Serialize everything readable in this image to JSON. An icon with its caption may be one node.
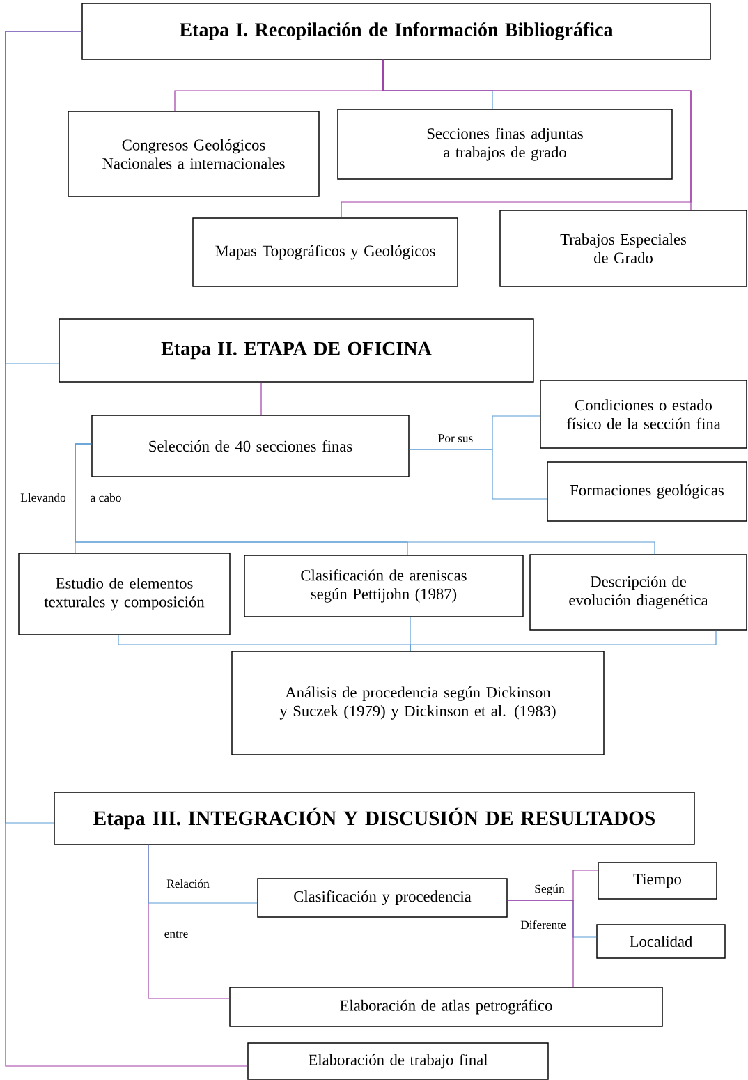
{
  "diagram": {
    "nodes": [
      {
        "text": [
          "Etapa I. Recopilación de Información Bibliográfica"
        ]
      },
      {
        "text": [
          "Congresos Geológicos Nacionales a internacionales"
        ]
      },
      {
        "text": [
          "Secciones finas adjuntas a trabajos de grado"
        ]
      },
      {
        "text": [
          "Mapas Topográficos y Geológicos"
        ]
      },
      {
        "text": [
          "Trabajos Especiales de Grado"
        ]
      },
      {
        "text": [
          "Etapa II. ETAPA DE OFICINA"
        ]
      },
      {
        "text": [
          "Selección de 40 secciones finas"
        ]
      },
      {
        "text": [
          "Condiciones o estado físico de la sección fina"
        ]
      },
      {
        "text": [
          "Formaciones geológicas"
        ]
      },
      {
        "text": [
          "Estudio de elementos texturales y composición"
        ]
      },
      {
        "text": [
          "Clasificación de areniscas según Pettijohn (1987)"
        ]
      },
      {
        "text": [
          "Descripción de evolución diagenética"
        ]
      },
      {
        "text": [
          "Análisis de procedencia según Dickinson y Suczek (1979) y Dickinson et al. (1983)"
        ]
      },
      {
        "text": [
          "Etapa III. INTEGRACIÓN Y DISCUSIÓN DE RESULTADOS"
        ]
      },
      {
        "text": [
          "Clasificación y procedencia"
        ]
      },
      {
        "text": [
          "Tiempo"
        ]
      },
      {
        "text": [
          "Localidad"
        ]
      },
      {
        "text": [
          "Elaboración de atlas petrográfico"
        ]
      },
      {
        "text": [
          "Elaboración de trabajo final"
        ]
      }
    ],
    "edges": [
      {
        "from": 0,
        "to": 2,
        "arrow": "none"
      },
      {
        "from": 0,
        "to": 1,
        "arrow": "none",
        "color": "#a03ca8"
      },
      {
        "from": 0,
        "to": 4,
        "arrow": "none",
        "color": "#a03ca8"
      },
      {
        "from": 0,
        "to": 3,
        "arrow": "none",
        "color": "#a03ca8"
      },
      {
        "from": 0,
        "to": 5,
        "arrow": "none"
      },
      {
        "from": 0,
        "to": 13,
        "arrow": "none"
      },
      {
        "from": 0,
        "to": 18,
        "arrow": "none",
        "color": "#a03ca8"
      },
      {
        "from": 5,
        "to": 6,
        "arrow": "none",
        "color": "#a03ca8"
      },
      {
        "from": 6,
        "to": 7,
        "arrow": "none",
        "label": "Por sus"
      },
      {
        "from": 6,
        "to": 8,
        "arrow": "none"
      },
      {
        "from": 6,
        "to": 9,
        "arrow": "none"
      },
      {
        "from": 6,
        "to": 10,
        "arrow": "none"
      },
      {
        "from": 6,
        "to": 11,
        "arrow": "none"
      },
      {
        "from": 9,
        "to": 12,
        "arrow": "none"
      },
      {
        "from": 10,
        "to": 12,
        "arrow": "none"
      },
      {
        "from": 11,
        "to": 12,
        "arrow": "none"
      },
      {
        "from": 13,
        "to": 17,
        "arrow": "none",
        "color": "#a03ca8"
      },
      {
        "from": 13,
        "to": 14,
        "arrow": "none"
      },
      {
        "from": 14,
        "to": 16,
        "arrow": "none",
        "label": "Diferente"
      },
      {
        "from": 14,
        "to": 15,
        "arrow": "none",
        "label": "Según",
        "color": "#a03ca8"
      },
      {
        "from": 14,
        "to": 17,
        "arrow": "none",
        "color": "#a03ca8"
      }
    ],
    "labels": [
      "Llevando",
      "a cabo",
      "Relación",
      "entre"
    ]
  }
}
